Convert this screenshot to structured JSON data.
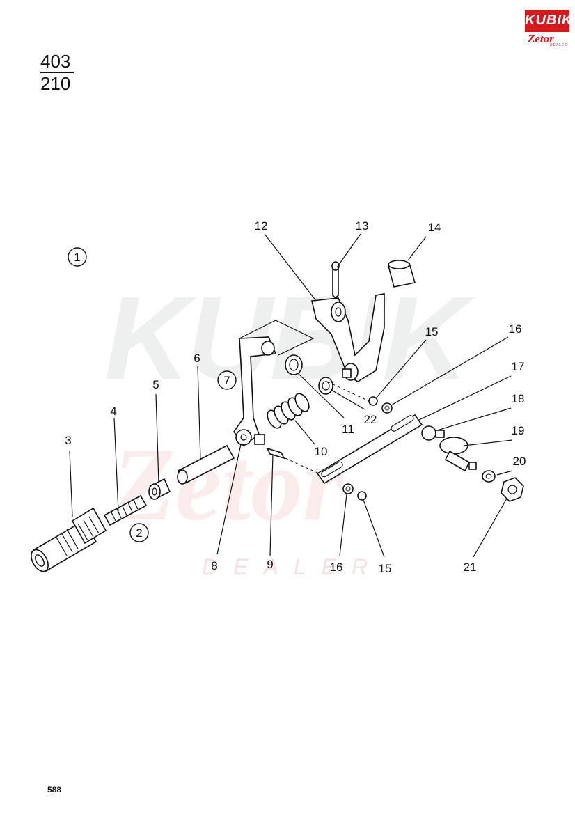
{
  "header": {
    "fraction_numerator": "403",
    "fraction_denominator": "210"
  },
  "logo": {
    "brand_top": "KUBIK",
    "brand_bottom": "Zetor",
    "brand_tag": "DEALER"
  },
  "watermark": {
    "line1": "KUBIK",
    "line2": "Zetor",
    "line3": "DEALER"
  },
  "callouts": {
    "1": "1",
    "2": "2",
    "3": "3",
    "4": "4",
    "5": "5",
    "6": "6",
    "7": "7",
    "8": "8",
    "9": "9",
    "10": "10",
    "11": "11",
    "12": "12",
    "13": "13",
    "14": "14",
    "15a": "15",
    "15b": "15",
    "16a": "16",
    "16b": "16",
    "17": "17",
    "18": "18",
    "19": "19",
    "20": "20",
    "21": "21",
    "22": "22"
  },
  "footer": {
    "page_number": "588"
  }
}
